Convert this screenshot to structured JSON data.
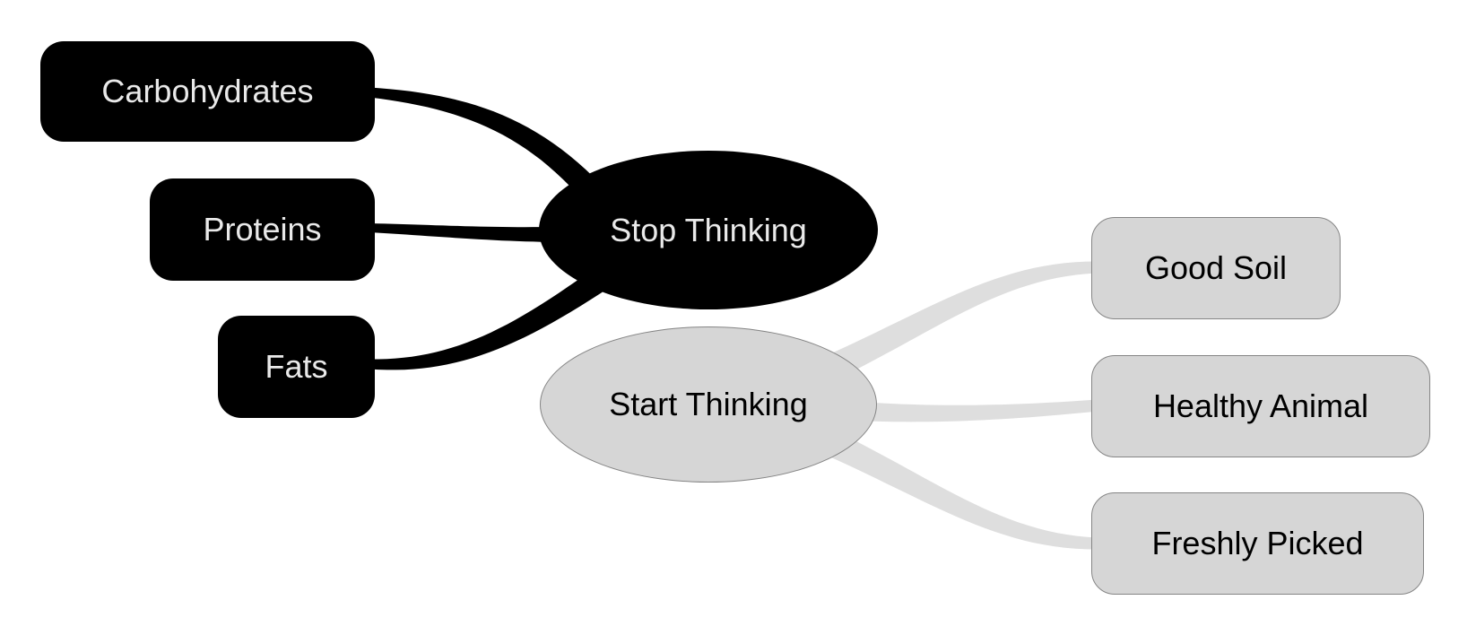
{
  "diagram": {
    "type": "mind-map",
    "colors": {
      "background": "#ffffff",
      "node_dark_fill": "#000000",
      "node_dark_text": "#e9e9e9",
      "node_light_fill": "#d6d6d6",
      "node_light_border": "#858585",
      "node_light_text": "#000000",
      "edge_dark": "#000000",
      "edge_light": "#dedede"
    },
    "nodes": {
      "carbohydrates": {
        "label": "Carbohydrates",
        "style": "dark",
        "shape": "rect"
      },
      "proteins": {
        "label": "Proteins",
        "style": "dark",
        "shape": "rect"
      },
      "fats": {
        "label": "Fats",
        "style": "dark",
        "shape": "rect"
      },
      "stop_thinking": {
        "label": "Stop Thinking",
        "style": "dark",
        "shape": "ellipse"
      },
      "start_thinking": {
        "label": "Start Thinking",
        "style": "light",
        "shape": "ellipse"
      },
      "good_soil": {
        "label": "Good Soil",
        "style": "light",
        "shape": "rect"
      },
      "healthy_animal": {
        "label": "Healthy Animal",
        "style": "light",
        "shape": "rect"
      },
      "freshly_picked": {
        "label": "Freshly Picked",
        "style": "light",
        "shape": "rect"
      }
    },
    "edges": [
      {
        "from": "carbohydrates",
        "to": "stop_thinking",
        "style": "dark"
      },
      {
        "from": "proteins",
        "to": "stop_thinking",
        "style": "dark"
      },
      {
        "from": "fats",
        "to": "stop_thinking",
        "style": "dark"
      },
      {
        "from": "start_thinking",
        "to": "good_soil",
        "style": "light"
      },
      {
        "from": "start_thinking",
        "to": "healthy_animal",
        "style": "light"
      },
      {
        "from": "start_thinking",
        "to": "freshly_picked",
        "style": "light"
      }
    ]
  }
}
